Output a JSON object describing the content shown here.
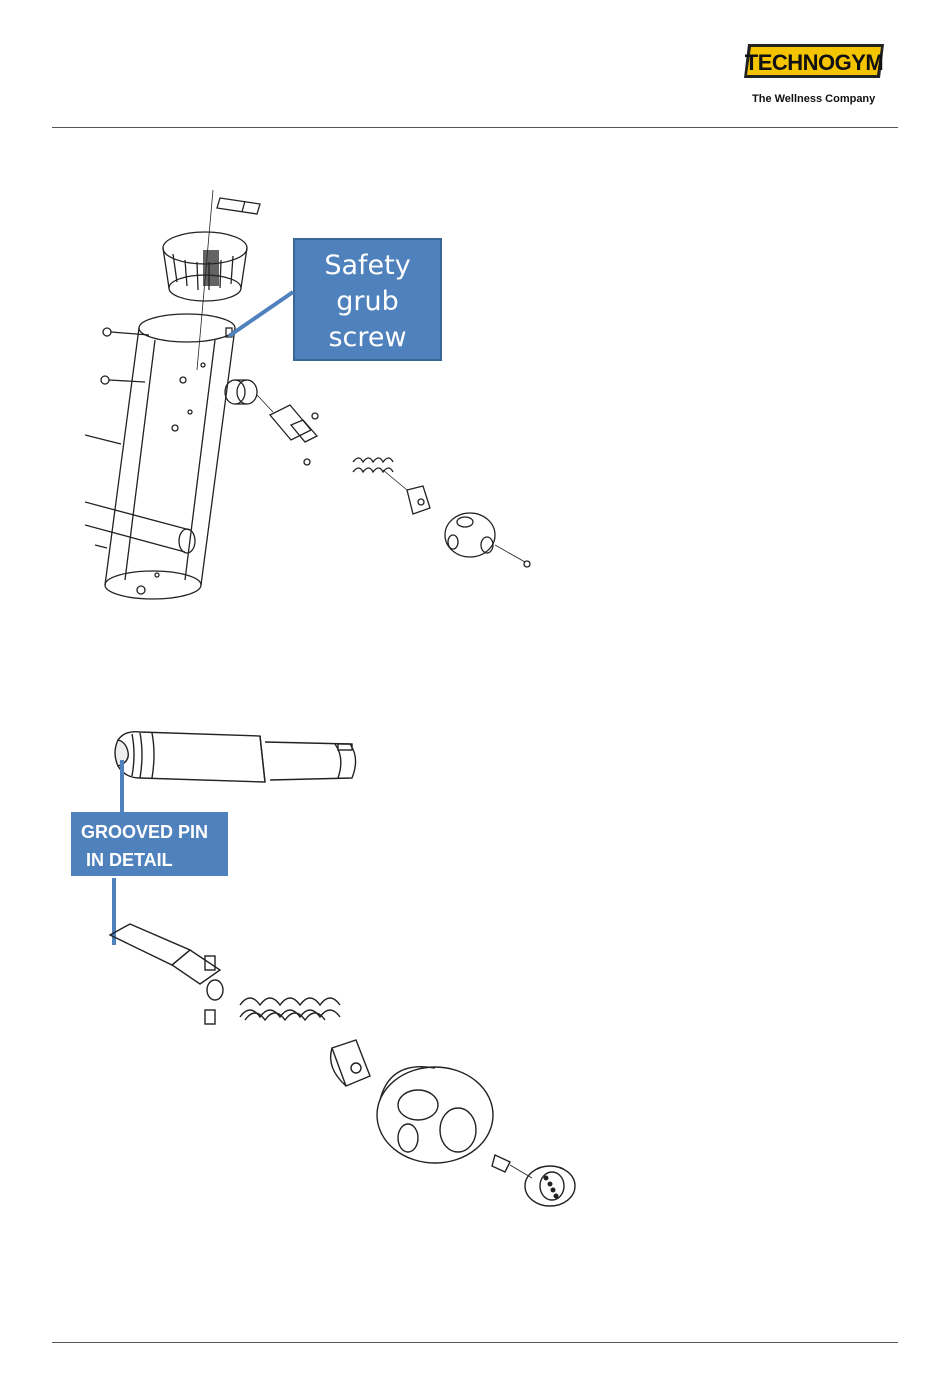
{
  "header": {
    "brand_name": "TECHNOGYM",
    "tagline": "The Wellness Company",
    "colors": {
      "brand_yellow": "#f5c400",
      "brand_dark": "#222222"
    }
  },
  "figure1": {
    "callout_lines": [
      "Safety",
      "grub",
      "screw"
    ],
    "callout_color": "#4f81bd"
  },
  "figure2": {
    "callout_lines": [
      "GROOVED PIN",
      " IN DETAIL"
    ],
    "callout_color": "#4f81bd"
  }
}
